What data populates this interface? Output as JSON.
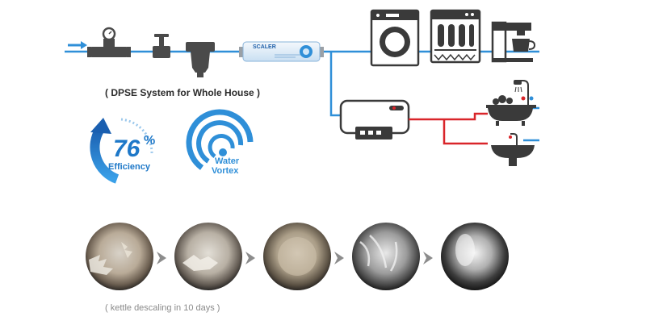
{
  "system_caption": "( DPSE System for Whole House )",
  "kettle_caption": "( kettle descaling in 10 days )",
  "efficiency": {
    "number": "76",
    "percent": "%",
    "label": "Efficiency"
  },
  "vortex": {
    "line1": "Water",
    "line2": "Vortex"
  },
  "device_label": "SCALER",
  "colors": {
    "cold_pipe": "#2f8fd8",
    "hot_pipe": "#d9252a",
    "appliance": "#3a3a3a",
    "accent": "#1e78c8"
  },
  "kettle_stages": 5
}
